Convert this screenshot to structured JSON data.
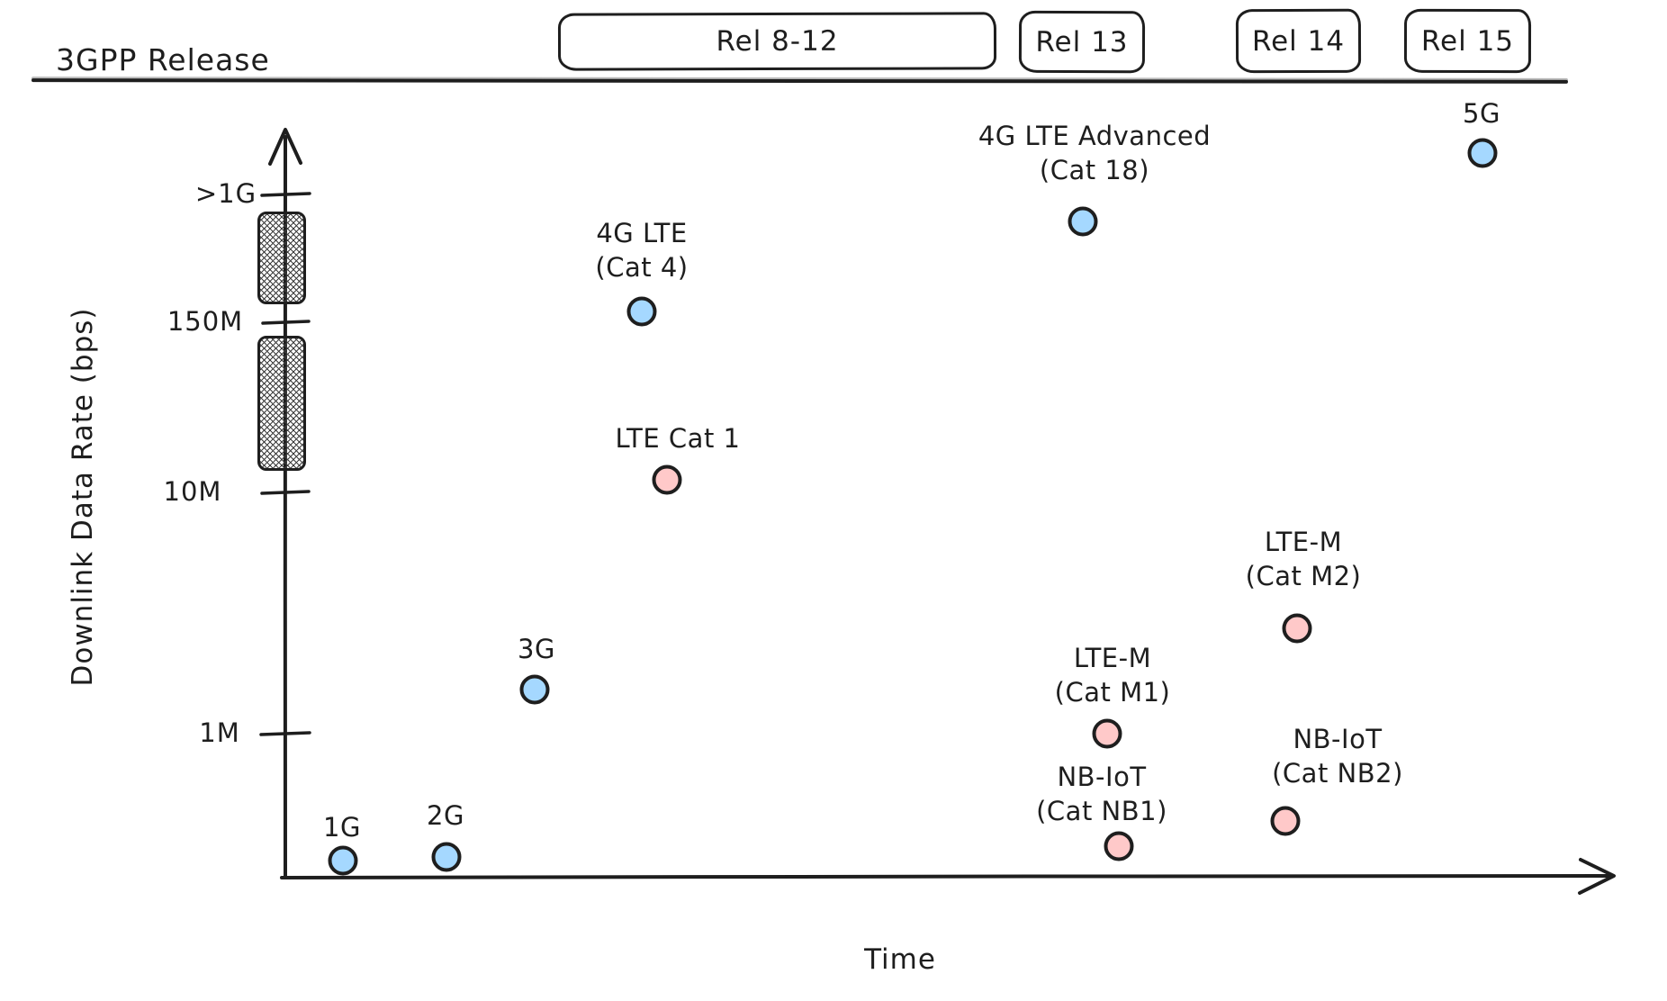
{
  "header": {
    "title": "3GPP Release",
    "releases": [
      {
        "label": "Rel 8-12"
      },
      {
        "label": "Rel 13"
      },
      {
        "label": "Rel 14"
      },
      {
        "label": "Rel 15"
      }
    ]
  },
  "y_axis": {
    "label": "Downlink Data Rate (bps)",
    "ticks": [
      ">1G",
      "150M",
      "10M",
      "1M"
    ]
  },
  "x_axis": {
    "label": "Time"
  },
  "colors": {
    "stroke": "#1e1e1e",
    "blue_fill": "#a5d8ff",
    "pink_fill": "#ffc9c9"
  },
  "points": [
    {
      "line1": "1G"
    },
    {
      "line1": "2G"
    },
    {
      "line1": "3G"
    },
    {
      "line1": "LTE Cat 1"
    },
    {
      "line1": "4G LTE",
      "line2": "(Cat 4)"
    },
    {
      "line1": "4G LTE Advanced",
      "line2": "(Cat 18)"
    },
    {
      "line1": "5G"
    },
    {
      "line1": "LTE-M",
      "line2": "(Cat M1)"
    },
    {
      "line1": "LTE-M",
      "line2": "(Cat M2)"
    },
    {
      "line1": "NB-IoT",
      "line2": "(Cat NB1)"
    },
    {
      "line1": "NB-IoT",
      "line2": "(Cat NB2)"
    }
  ],
  "chart_data": {
    "type": "scatter",
    "title": "",
    "xlabel": "Time",
    "ylabel": "Downlink Data Rate (bps)",
    "y_scale": "logarithmic (schematic) with two axis-break hatch marks between 10M-150M and 150M->1G",
    "y_ticks": [
      ">1G",
      "150M",
      "10M",
      "1M"
    ],
    "release_bands": [
      "Rel 8-12",
      "Rel 13",
      "Rel 14",
      "Rel 15"
    ],
    "grid": false,
    "series": [
      {
        "name": "1G",
        "approx_downlink_bps": "~0.3M",
        "release_band": null,
        "color": "blue"
      },
      {
        "name": "2G",
        "approx_downlink_bps": "~0.3M",
        "release_band": null,
        "color": "blue"
      },
      {
        "name": "3G",
        "approx_downlink_bps": "~1.5M",
        "release_band": null,
        "color": "blue"
      },
      {
        "name": "LTE Cat 1",
        "approx_downlink_bps": "~10M",
        "release_band": "Rel 8-12",
        "color": "pink"
      },
      {
        "name": "4G LTE (Cat 4)",
        "approx_downlink_bps": "~150M",
        "release_band": "Rel 8-12",
        "color": "blue"
      },
      {
        "name": "4G LTE Advanced (Cat 18)",
        "approx_downlink_bps": "~1G",
        "release_band": "Rel 13",
        "color": "blue"
      },
      {
        "name": "LTE-M (Cat M1)",
        "approx_downlink_bps": "~1M",
        "release_band": "Rel 13",
        "color": "pink"
      },
      {
        "name": "NB-IoT (Cat NB1)",
        "approx_downlink_bps": "~0.25M",
        "release_band": "Rel 13",
        "color": "pink"
      },
      {
        "name": "LTE-M (Cat M2)",
        "approx_downlink_bps": "~3M",
        "release_band": "Rel 14",
        "color": "pink"
      },
      {
        "name": "NB-IoT (Cat NB2)",
        "approx_downlink_bps": "~0.4M",
        "release_band": "Rel 14",
        "color": "pink"
      },
      {
        "name": "5G",
        "approx_downlink_bps": ">1G",
        "release_band": "Rel 15",
        "color": "blue"
      }
    ]
  }
}
